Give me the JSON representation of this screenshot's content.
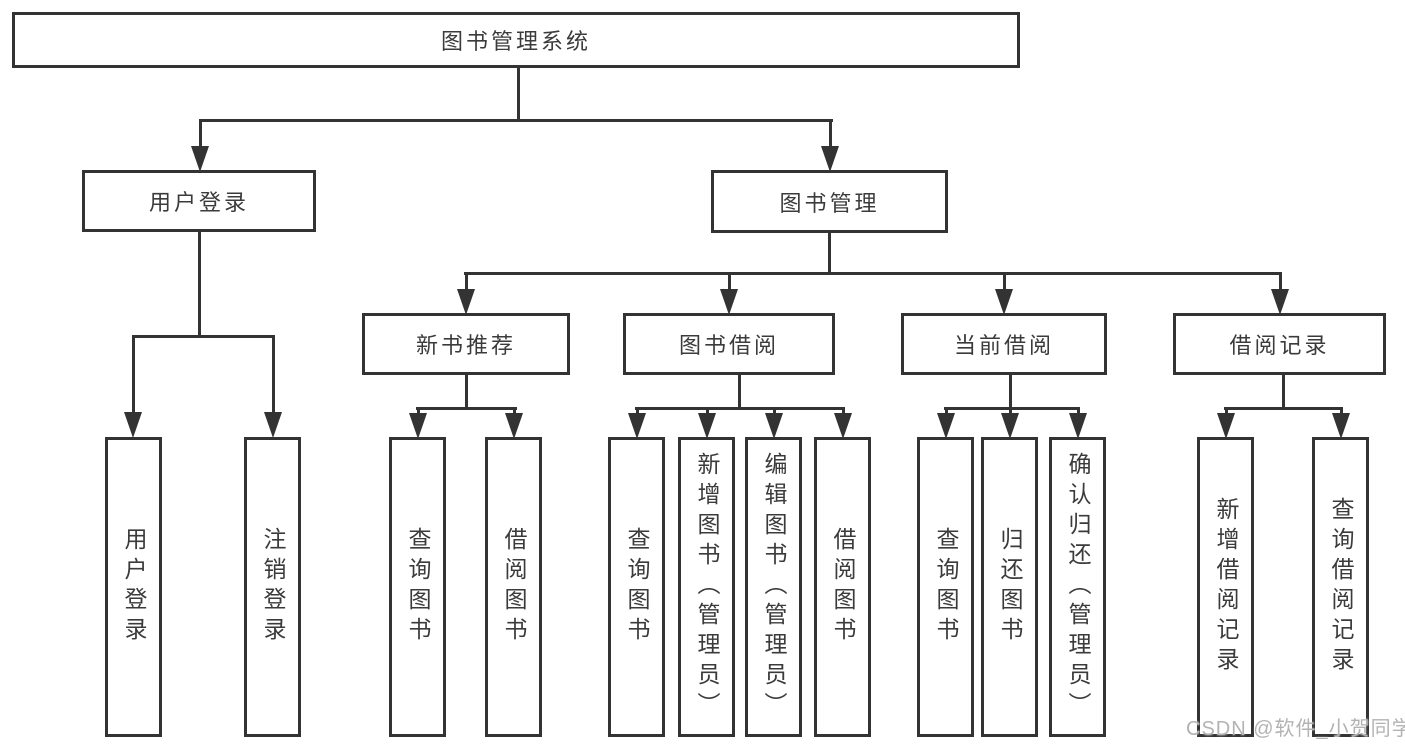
{
  "tree": {
    "root": {
      "label": "图书管理系统"
    },
    "branches": [
      {
        "label": "用户登录",
        "children": [
          {
            "label": "用户登录"
          },
          {
            "label": "注销登录"
          }
        ]
      },
      {
        "label": "图书管理",
        "groups": [
          {
            "label": "新书推荐",
            "children": [
              {
                "label": "查询图书"
              },
              {
                "label": "借阅图书"
              }
            ]
          },
          {
            "label": "图书借阅",
            "children": [
              {
                "label": "查询图书"
              },
              {
                "label": "新增图书（管理员）"
              },
              {
                "label": "编辑图书（管理员）"
              },
              {
                "label": "借阅图书"
              }
            ]
          },
          {
            "label": "当前借阅",
            "children": [
              {
                "label": "查询图书"
              },
              {
                "label": "归还图书"
              },
              {
                "label": "确认归还（管理员）"
              }
            ]
          },
          {
            "label": "借阅记录",
            "children": [
              {
                "label": "新增借阅记录"
              },
              {
                "label": "查询借阅记录"
              }
            ]
          }
        ]
      }
    ]
  },
  "watermark": {
    "text": "CSDN @软件_小贺同学"
  },
  "colors": {
    "line": "#333333",
    "text": "#3b3b3b",
    "background": "#ffffff",
    "watermark": "#b3b3b3"
  }
}
